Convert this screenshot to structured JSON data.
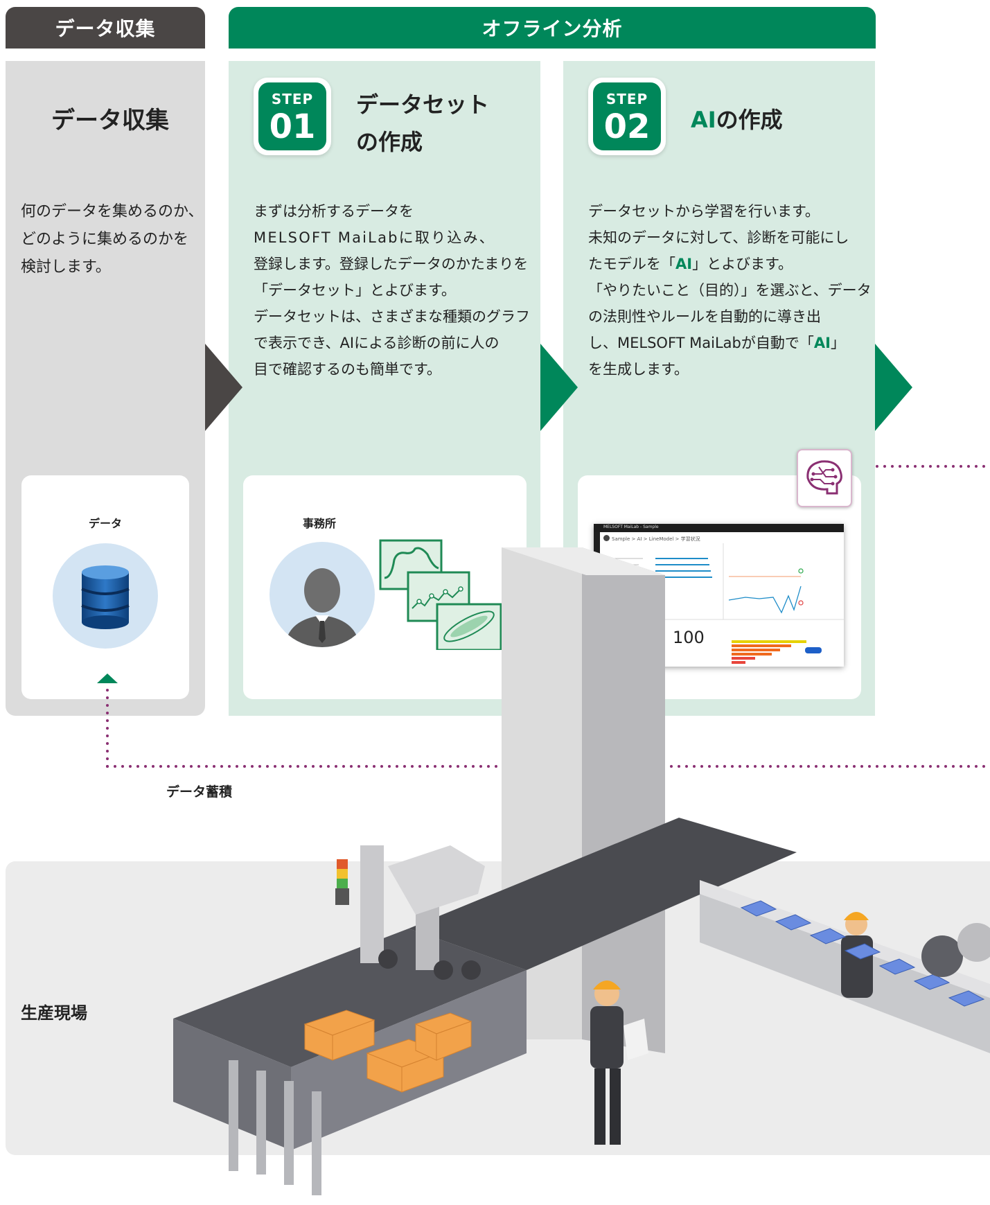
{
  "headers": {
    "collect": "データ収集",
    "offline": "オフライン分析"
  },
  "collect": {
    "title": "データ収集",
    "lines": [
      "何のデータを集めるのか、",
      "どのように集めるのかを",
      "検討します。"
    ],
    "card_label": "データ",
    "card_icon": "database-icon"
  },
  "step1": {
    "badge_top": "STEP",
    "badge_num": "01",
    "title_lines": [
      "データセット",
      "の作成"
    ],
    "lines": [
      "まずは分析するデータを",
      "MELSOFT MaiLabに取り込み、",
      "登録します。登録したデータのかたまりを",
      "「データセット」とよびます。",
      "データセットは、さまざまな種類のグラフ",
      "で表示でき、AIによる診断の前に人の",
      "目で確認するのも簡単です。"
    ],
    "card_label": "事務所"
  },
  "step2": {
    "badge_top": "STEP",
    "badge_num": "02",
    "title_ai": "AI",
    "title_rest": "の作成",
    "line1": "データセットから学習を行います。",
    "line2": "未知のデータに対して、診断を可能にし",
    "line3_pre": "たモデルを「",
    "line3_ai": "AI",
    "line3_post": "」とよびます。",
    "line4": "「やりたいこと（目的）」を選ぶと、データ",
    "line5": "の法則性やルールを自動的に導き出",
    "line6_pre": "し、MELSOFT MaiLabが自動で「",
    "line6_ai": "AI",
    "line6_post": "」",
    "line7": "を生成します。",
    "screen": {
      "app_title": "MELSOFT MaiLab - Sample",
      "breadcrumb": "Sample > AI > LineModel > 学習状況",
      "score": "100"
    }
  },
  "footer": {
    "accumulate": "データ蓄積",
    "production": "生産現場"
  },
  "colors": {
    "green": "#00875a",
    "light_green": "#d8ebe2",
    "dark_header": "#4a4645",
    "light_gray": "#dcdcdc",
    "purple": "#8a2f72"
  }
}
